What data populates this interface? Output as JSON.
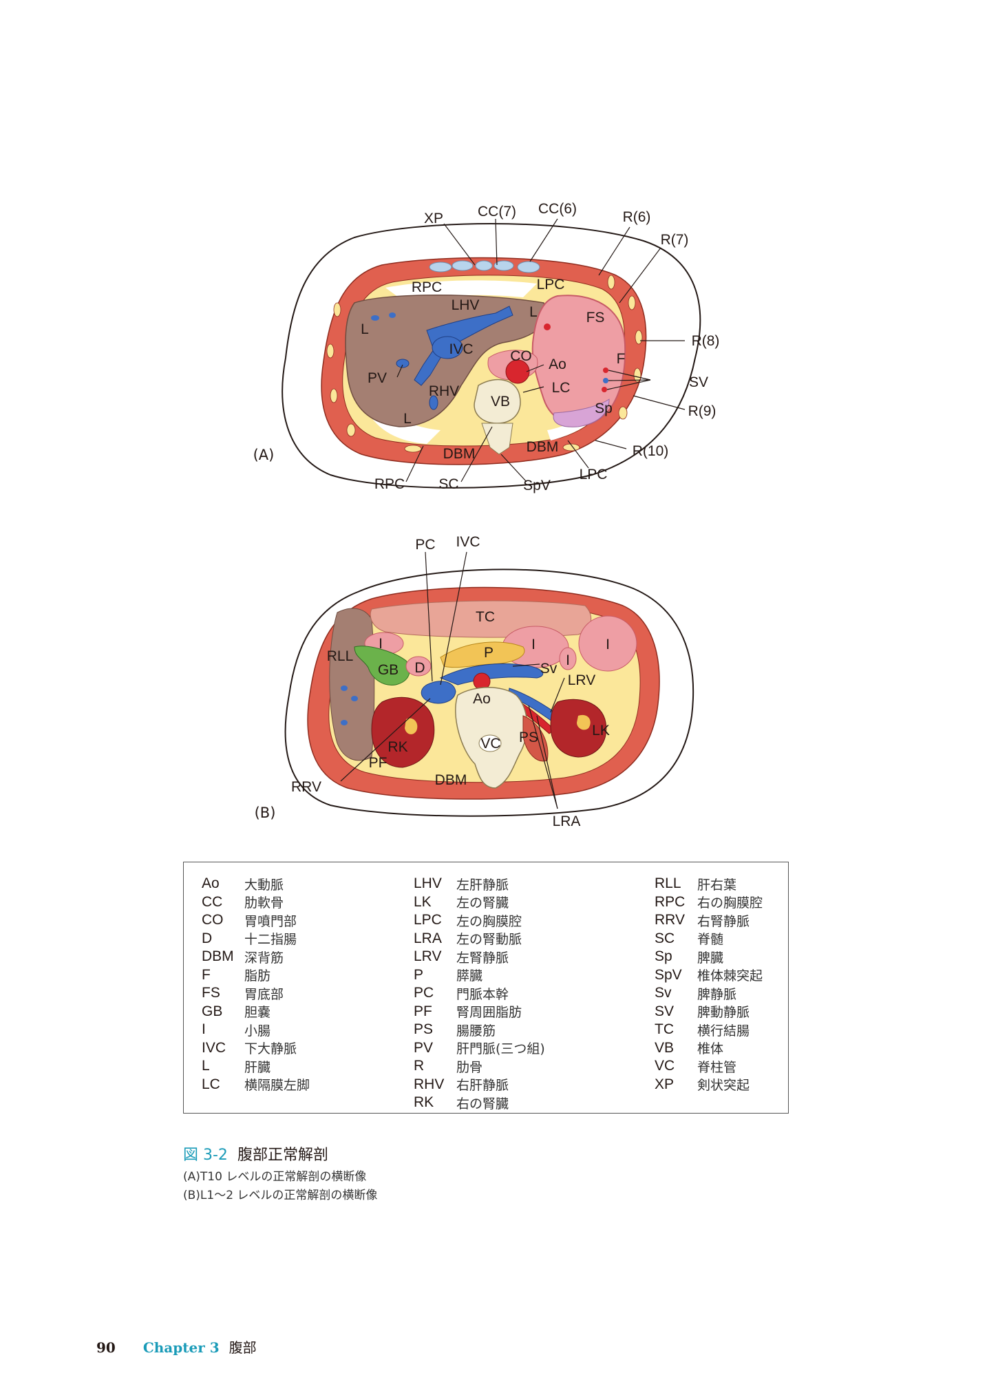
{
  "figure_a": {
    "panel_label": "(A)",
    "labels": {
      "xp": "XP",
      "cc7": "CC(7)",
      "cc6": "CC(6)",
      "r6": "R(6)",
      "r7": "R(7)",
      "rpc_top": "RPC",
      "lpc_top": "LPC",
      "lhv": "LHV",
      "l_1": "L",
      "l_2": "L",
      "l_3": "L",
      "fs": "FS",
      "r8": "R(8)",
      "ivc": "IVC",
      "co": "CO",
      "ao": "Ao",
      "f": "F",
      "pv": "PV",
      "lc": "LC",
      "sv": "SV",
      "rhv": "RHV",
      "vb": "VB",
      "sp": "Sp",
      "r9": "R(9)",
      "dbm_l": "DBM",
      "dbm_r": "DBM",
      "r10": "R(10)",
      "rpc_bot": "RPC",
      "sc": "SC",
      "spv": "SpV",
      "lpc_bot": "LPC"
    }
  },
  "figure_b": {
    "panel_label": "(B)",
    "labels": {
      "pc": "PC",
      "ivc": "IVC",
      "tc": "TC",
      "i_1": "I",
      "i_2": "I",
      "i_3": "I",
      "i_4": "I",
      "p": "P",
      "rll": "RLL",
      "gb": "GB",
      "d": "D",
      "sv": "Sv",
      "lrv": "LRV",
      "ao": "Ao",
      "lk": "LK",
      "rk": "RK",
      "vc": "VC",
      "ps": "PS",
      "pf": "PF",
      "dbm": "DBM",
      "rrv": "RRV",
      "lra": "LRA"
    }
  },
  "legend": {
    "col1": [
      {
        "abbr": "Ao",
        "jp": "大動脈"
      },
      {
        "abbr": "CC",
        "jp": "肋軟骨"
      },
      {
        "abbr": "CO",
        "jp": "胃噴門部"
      },
      {
        "abbr": "D",
        "jp": "十二指腸"
      },
      {
        "abbr": "DBM",
        "jp": "深背筋"
      },
      {
        "abbr": "F",
        "jp": "脂肪"
      },
      {
        "abbr": "FS",
        "jp": "胃底部"
      },
      {
        "abbr": "GB",
        "jp": "胆嚢"
      },
      {
        "abbr": "I",
        "jp": "小腸"
      },
      {
        "abbr": "IVC",
        "jp": "下大静脈"
      },
      {
        "abbr": "L",
        "jp": "肝臓"
      },
      {
        "abbr": "LC",
        "jp": "横隔膜左脚"
      }
    ],
    "col2": [
      {
        "abbr": "LHV",
        "jp": "左肝静脈"
      },
      {
        "abbr": "LK",
        "jp": "左の腎臓"
      },
      {
        "abbr": "LPC",
        "jp": "左の胸膜腔"
      },
      {
        "abbr": "LRA",
        "jp": "左の腎動脈"
      },
      {
        "abbr": "LRV",
        "jp": "左腎静脈"
      },
      {
        "abbr": "P",
        "jp": "膵臓"
      },
      {
        "abbr": "PC",
        "jp": "門脈本幹"
      },
      {
        "abbr": "PF",
        "jp": "腎周囲脂肪"
      },
      {
        "abbr": "PS",
        "jp": "腸腰筋"
      },
      {
        "abbr": "PV",
        "jp": "肝門脈(三つ組)"
      },
      {
        "abbr": "R",
        "jp": "肋骨"
      },
      {
        "abbr": "RHV",
        "jp": "右肝静脈"
      },
      {
        "abbr": "RK",
        "jp": "右の腎臓"
      }
    ],
    "col3": [
      {
        "abbr": "RLL",
        "jp": "肝右葉"
      },
      {
        "abbr": "RPC",
        "jp": "右の胸膜腔"
      },
      {
        "abbr": "RRV",
        "jp": "右腎静脈"
      },
      {
        "abbr": "SC",
        "jp": "脊髄"
      },
      {
        "abbr": "Sp",
        "jp": "脾臓"
      },
      {
        "abbr": "SpV",
        "jp": "椎体棘突起"
      },
      {
        "abbr": "Sv",
        "jp": "脾静脈"
      },
      {
        "abbr": "SV",
        "jp": "脾動静脈"
      },
      {
        "abbr": "TC",
        "jp": "横行結腸"
      },
      {
        "abbr": "VB",
        "jp": "椎体"
      },
      {
        "abbr": "VC",
        "jp": "脊柱管"
      },
      {
        "abbr": "XP",
        "jp": "剣状突起"
      }
    ]
  },
  "caption": {
    "number": "図 3-2",
    "title": "腹部正常解剖",
    "line_a": "(A)T10 レベルの正常解剖の横断像",
    "line_b": "(B)L1〜2 レベルの正常解剖の横断像"
  },
  "footer": {
    "page_number": "90",
    "chapter": "Chapter 3",
    "chapter_title": "腹部"
  },
  "colors": {
    "muscle": "#e0604f",
    "liver": "#a47f72",
    "vein": "#3d6fc7",
    "artery": "#d8262e",
    "stomach": "#ee9ea4",
    "fat": "#fbe79a",
    "bone": "#f3ecd4",
    "accent": "#1a9bb8"
  }
}
